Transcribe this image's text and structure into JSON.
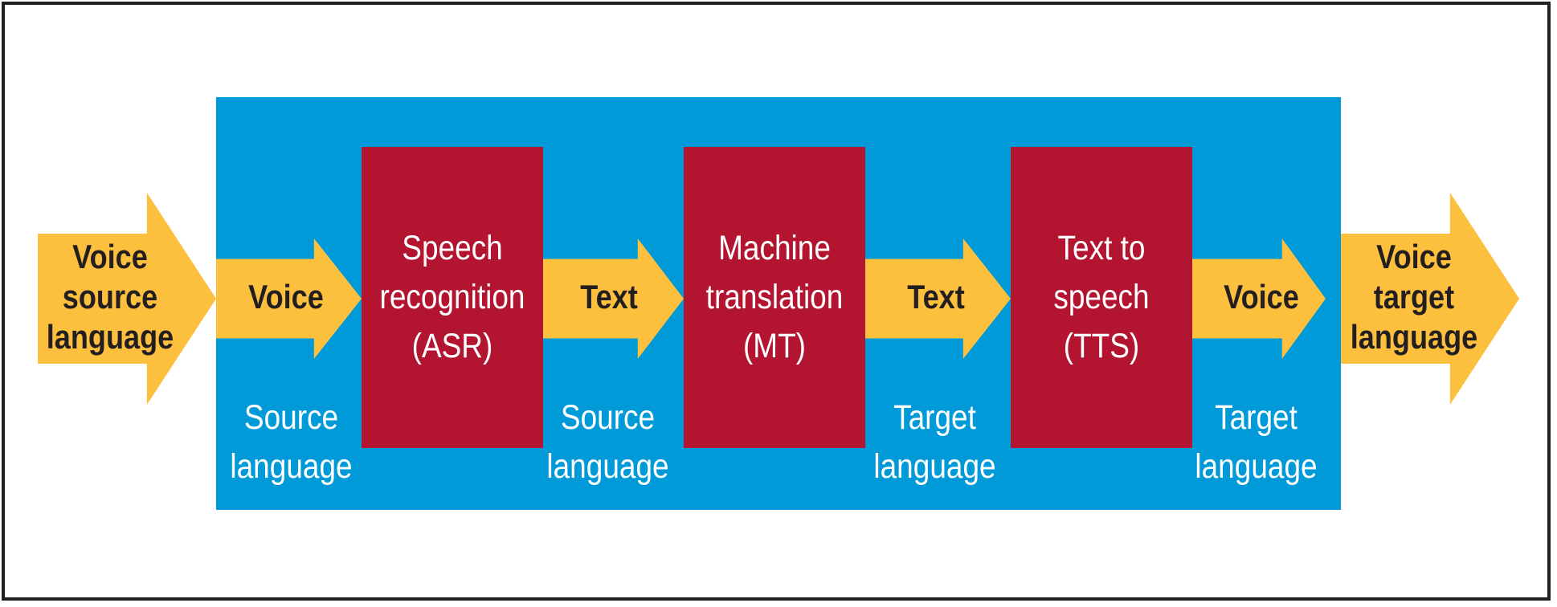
{
  "diagram": {
    "input_arrow": "Voice\nsource\nlanguage",
    "output_arrow": "Voice\ntarget\nlanguage",
    "flow_arrows": [
      "Voice",
      "Text",
      "Text",
      "Voice"
    ],
    "stages": [
      "Speech\nrecognition\n(ASR)",
      "Machine\ntranslation\n(MT)",
      "Text to\nspeech\n(TTS)"
    ],
    "language_labels": [
      "Source\nlanguage",
      "Source\nlanguage",
      "Target\nlanguage",
      "Target\nlanguage"
    ]
  },
  "colors": {
    "arrow": "#fcbf3e",
    "panel": "#009ad8",
    "stage_box": "#b31530",
    "border": "#231f20"
  }
}
